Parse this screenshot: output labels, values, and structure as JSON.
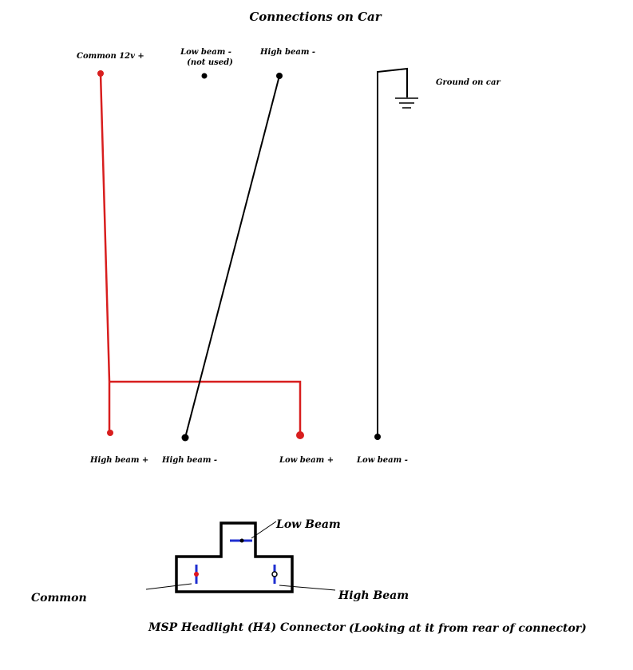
{
  "title": "Connections on Car",
  "colors": {
    "red_wire": "#d81e1e",
    "black_wire": "#000000",
    "blue_pin": "#1f2fd0",
    "red_pin": "#e0141e"
  },
  "top_labels": {
    "common_12v": "Common 12v +",
    "low_beam_line1": "Low beam -",
    "low_beam_line2": "(not used)",
    "high_beam": "High beam -",
    "ground": "Ground on car"
  },
  "bottom_labels": {
    "high_beam_plus": "High beam +",
    "high_beam_minus": "High beam -",
    "low_beam_plus": "Low beam +",
    "low_beam_minus": "Low beam -"
  },
  "connector": {
    "low_beam": "Low Beam",
    "high_beam": "High Beam",
    "common": "Common",
    "caption_name": "MSP  Headlight (H4) Connector",
    "caption_note": "(Looking at it from rear of connector)"
  }
}
